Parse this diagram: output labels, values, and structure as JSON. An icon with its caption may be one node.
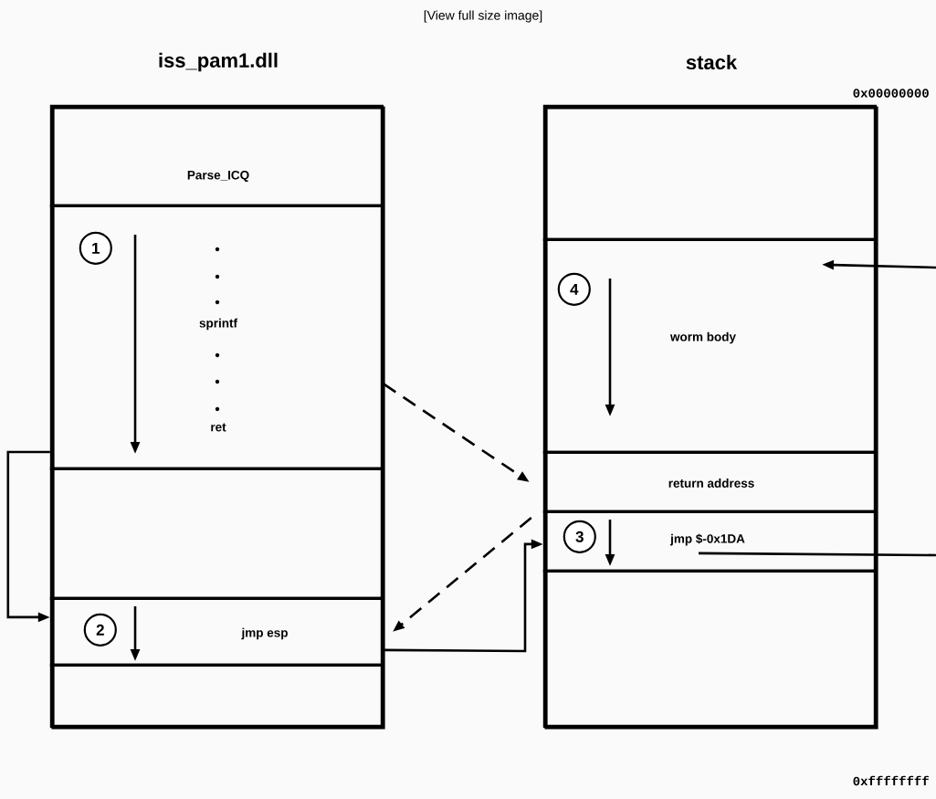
{
  "diagram": {
    "nodes": [
      {
        "text": [
          "iss_pam1.dll"
        ]
      },
      {
        "text": [
          "Parse_ICQ"
        ],
        "in": 0
      },
      {
        "text": [
          "sprintf",
          "ret"
        ],
        "in": 0
      },
      {
        "text": [],
        "shape": "box",
        "in": 0
      },
      {
        "text": [
          "jmp esp"
        ],
        "in": 0
      },
      {
        "text": [],
        "shape": "box",
        "in": 0
      },
      {
        "text": [
          "stack"
        ]
      },
      {
        "text": [],
        "shape": "box",
        "in": 6
      },
      {
        "text": [
          "worm body"
        ],
        "in": 6
      },
      {
        "text": [
          "return address"
        ],
        "in": 6
      },
      {
        "text": [
          "jmp $-0x1DA"
        ],
        "in": 6
      },
      {
        "text": [],
        "shape": "box",
        "in": 6
      },
      {
        "text": [
          "1"
        ],
        "in": 2
      },
      {
        "text": [
          "2"
        ],
        "in": 4
      },
      {
        "text": [
          "3"
        ],
        "in": 10
      },
      {
        "text": [
          "4"
        ],
        "in": 8
      }
    ],
    "edges": [
      {
        "from": 2,
        "to": 4,
        "arrow": "to"
      },
      {
        "from": 2,
        "to": 9,
        "arrow": "to",
        "style": "dashed"
      },
      {
        "from": 9,
        "to": 4,
        "arrow": "to",
        "style": "dashed"
      },
      {
        "from": 4,
        "to": 10,
        "arrow": "to"
      },
      {
        "from": 10,
        "to": null,
        "arrow": "none"
      },
      {
        "from": null,
        "to": 8,
        "arrow": "to"
      }
    ],
    "labels": [
      "[View full size image]",
      "0x00000000",
      "0xffffffff"
    ]
  }
}
